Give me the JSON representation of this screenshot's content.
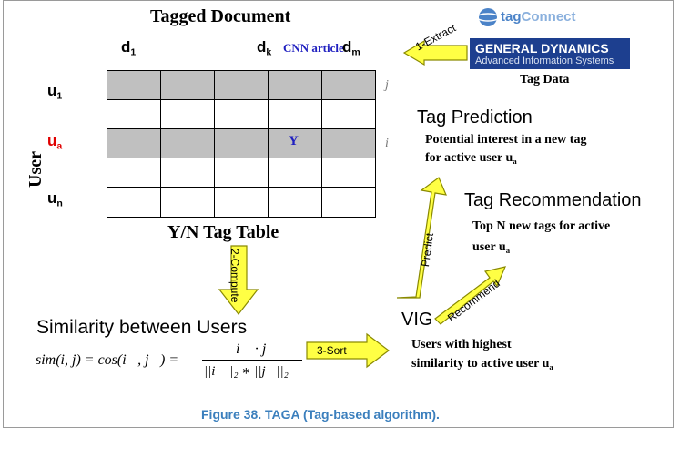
{
  "logo": {
    "text_tag": "tag",
    "text_connect": "Connect"
  },
  "gd_logo": {
    "line1": "GENERAL DYNAMICS",
    "line2": "Advanced Information Systems"
  },
  "tag_data_label": "Tag Data",
  "table": {
    "title": "Tagged Document",
    "col_d1": "d",
    "col_d1_sub": "1",
    "col_dk": "d",
    "col_dk_sub": "k",
    "cnn_label": "CNN article",
    "col_dm": "d",
    "col_dm_sub": "m",
    "row_u1": "u",
    "row_u1_sub": "1",
    "row_ua": "u",
    "row_ua_sub": "a",
    "row_un": "u",
    "row_un_sub": "n",
    "axis_user": "User",
    "y_mark": "Y",
    "caption": "Y/N Tag Table",
    "vec_j": "j⃗",
    "vec_i": "i⃗"
  },
  "arrows": {
    "extract": "1-Extract",
    "compute": "2-Compute",
    "sort": "3-Sort",
    "predict": "Predict",
    "recommend": "Recommend"
  },
  "tag_prediction": {
    "title": "Tag Prediction",
    "line1": "Potential interest in a new tag",
    "line2": "for active user u",
    "line2_sub": "a"
  },
  "tag_recommendation": {
    "title": "Tag Recommendation",
    "line1": "Top N new tags for active",
    "line2": "user u",
    "line2_sub": "a"
  },
  "similarity": {
    "title": "Similarity between Users",
    "formula_lhs": "sim(i, j) = cos(i⃗, j⃗) =",
    "formula_num": "i⃗ · j⃗",
    "formula_den": "||i⃗||₂ ∗ ||j⃗||₂"
  },
  "vig": {
    "title": "VIG",
    "line1": "Users with highest",
    "line2": "similarity to active user u",
    "line2_sub": "a"
  },
  "figure_caption": "Figure 38. TAGA (Tag-based algorithm).",
  "colors": {
    "arrow_fill": "#ffff44",
    "arrow_stroke": "#8a8a00",
    "shaded_row": "#c0c0c0",
    "active_user": "#e00000",
    "cnn_label": "#2020c0",
    "caption": "#3b7fbd",
    "gd_blue": "#1d3f8f"
  }
}
